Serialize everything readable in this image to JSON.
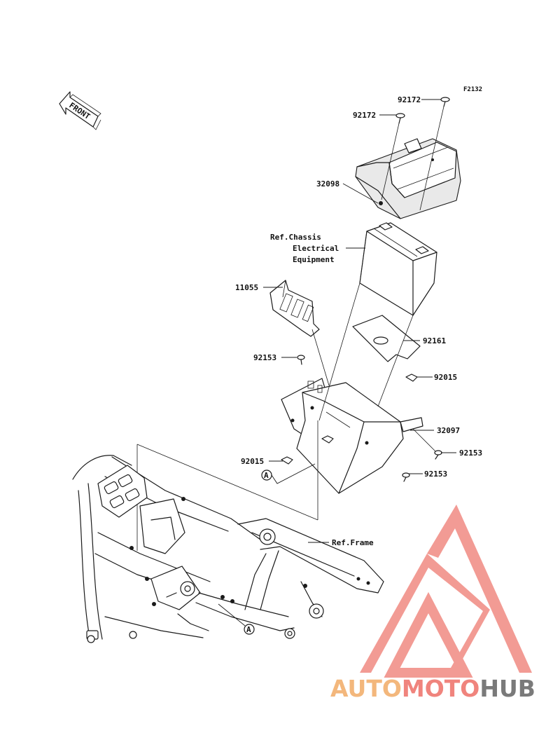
{
  "figure_id": "F2132",
  "front_arrow": {
    "text": "FRONT"
  },
  "parts": [
    {
      "key": "p92172a",
      "number": "92172"
    },
    {
      "key": "p92172b",
      "number": "92172"
    },
    {
      "key": "p32098",
      "number": "32098"
    },
    {
      "key": "p11055",
      "number": "11055"
    },
    {
      "key": "p92161",
      "number": "92161"
    },
    {
      "key": "p92153a",
      "number": "92153"
    },
    {
      "key": "p92015a",
      "number": "92015"
    },
    {
      "key": "p32097",
      "number": "32097"
    },
    {
      "key": "p92153b",
      "number": "92153"
    },
    {
      "key": "p92015b",
      "number": "92015"
    },
    {
      "key": "p92153c",
      "number": "92153"
    }
  ],
  "references": {
    "chassis": [
      "Ref.Chassis",
      "Electrical",
      "Equipment"
    ],
    "frame": "Ref.Frame"
  },
  "markers": {
    "a1": "A",
    "a2": "A"
  },
  "watermark": {
    "part1": "AUTO",
    "part2": "MOTO",
    "part3": "HUB",
    "color1": "#f3b77c",
    "color2": "#f0847d",
    "color3": "#7a7a7a"
  }
}
